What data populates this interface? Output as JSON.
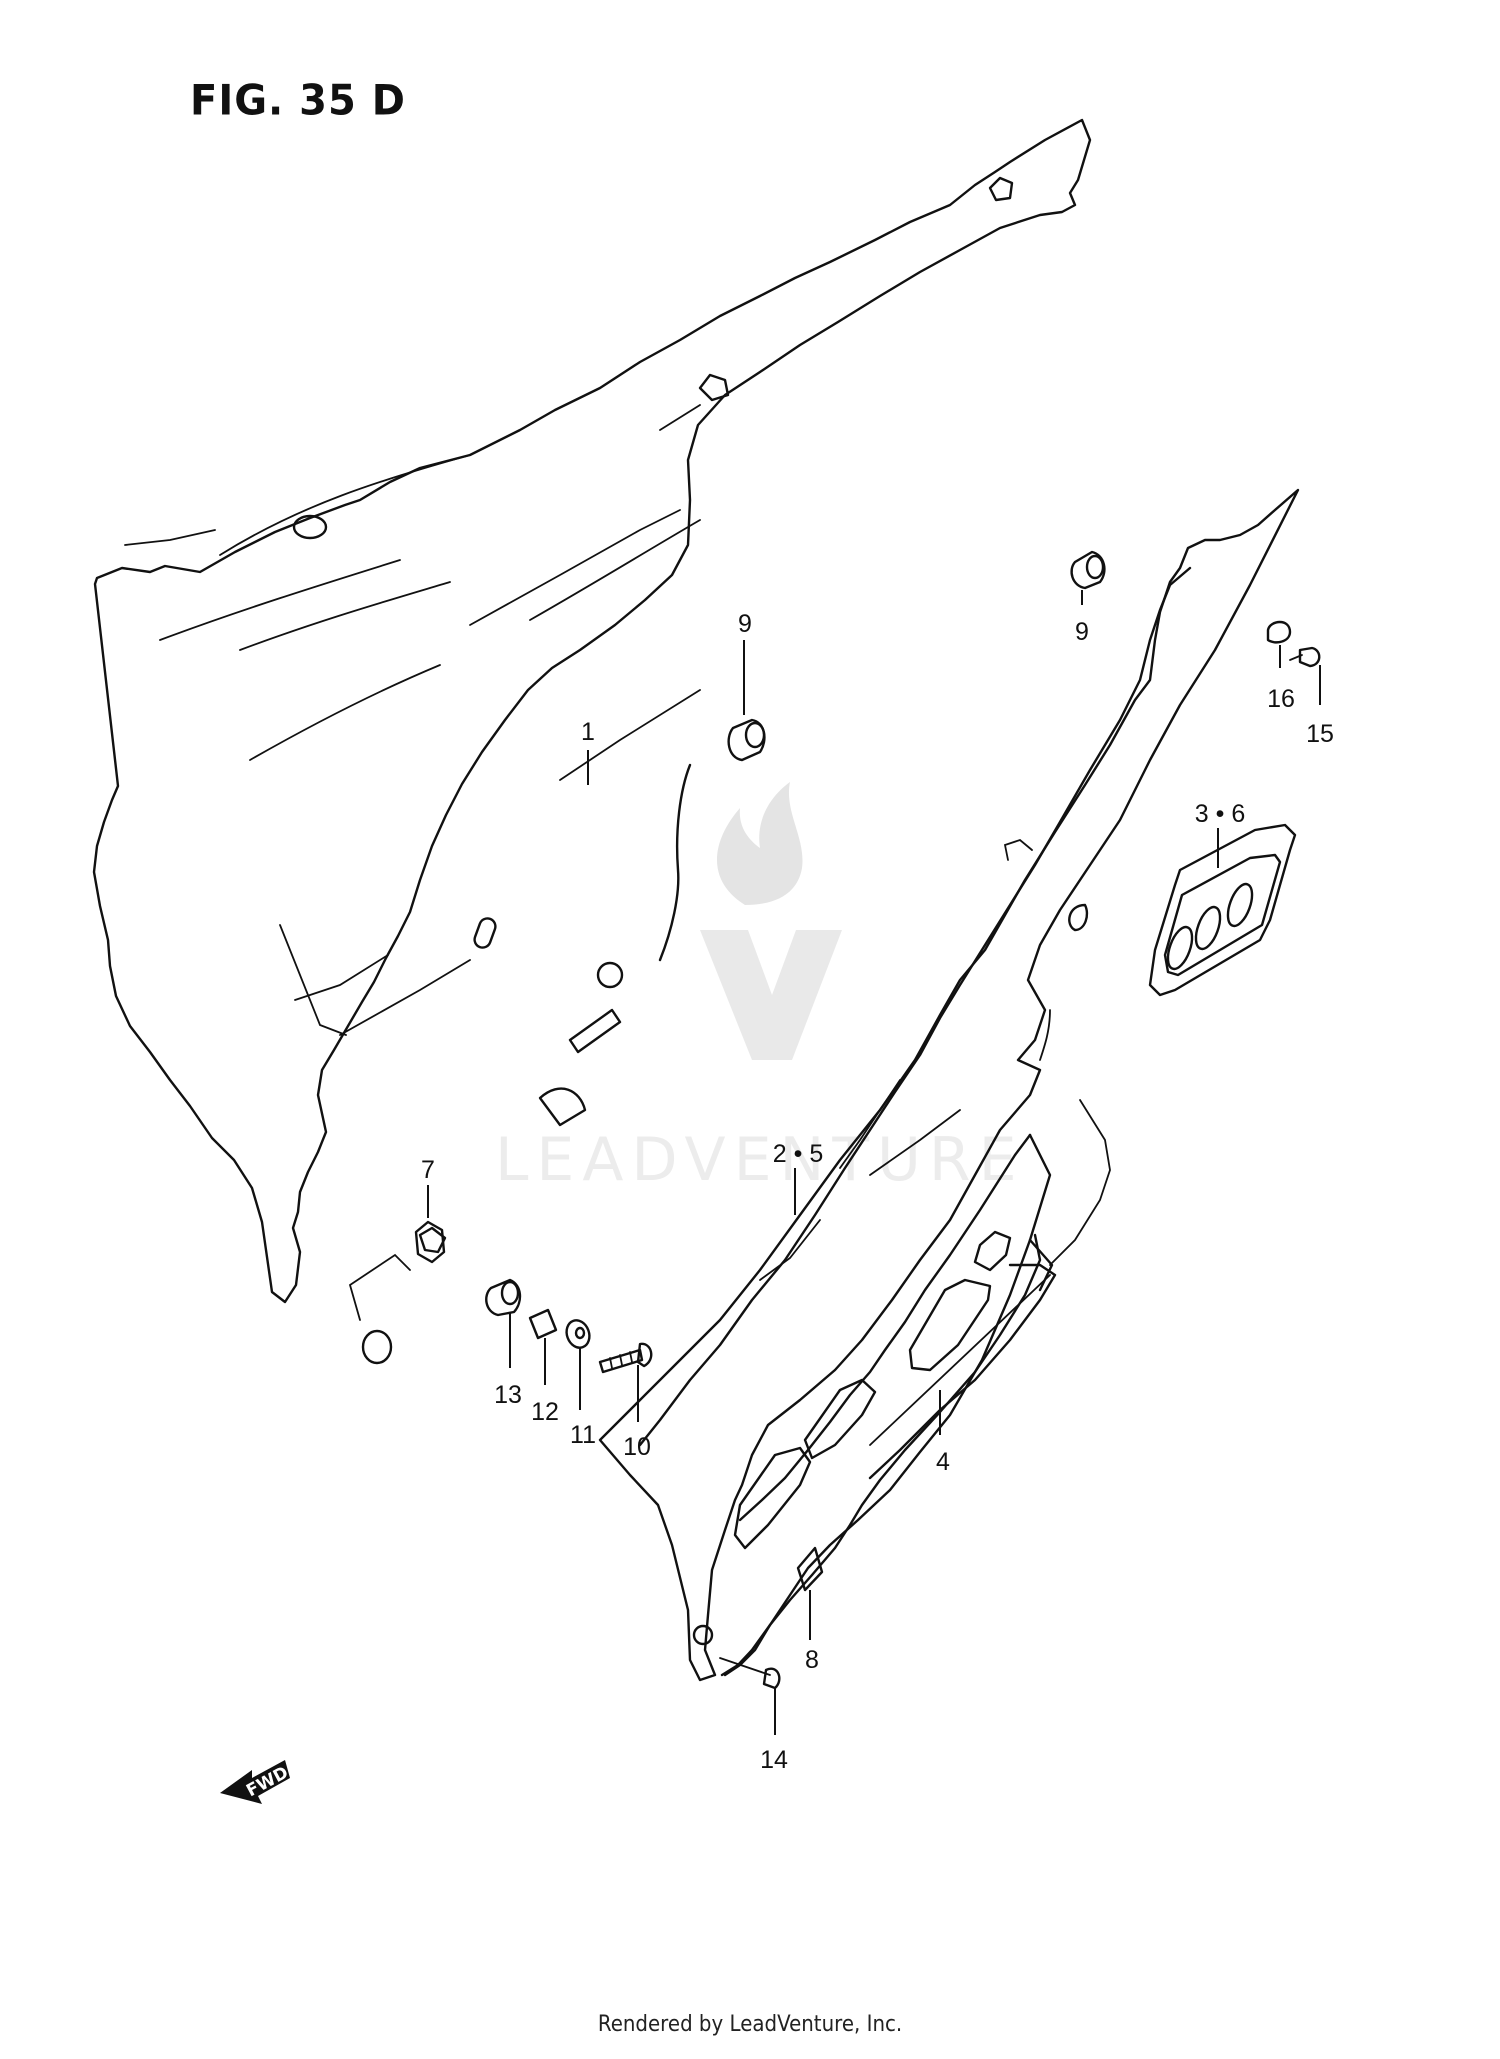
{
  "figure": {
    "title": "FIG. 35 D"
  },
  "footer": {
    "text": "Rendered by LeadVenture, Inc."
  },
  "watermark": {
    "text": "LEADVENTURE"
  },
  "fwd_marker": {
    "text": "FWD"
  },
  "callouts": [
    {
      "id": "c1",
      "label": "1"
    },
    {
      "id": "c9a",
      "label": "9"
    },
    {
      "id": "c9b",
      "label": "9"
    },
    {
      "id": "c16",
      "label": "16"
    },
    {
      "id": "c15",
      "label": "15"
    },
    {
      "id": "c36",
      "label": "3 • 6"
    },
    {
      "id": "c25",
      "label": "2 • 5"
    },
    {
      "id": "c7",
      "label": "7"
    },
    {
      "id": "c13",
      "label": "13"
    },
    {
      "id": "c12",
      "label": "12"
    },
    {
      "id": "c11",
      "label": "11"
    },
    {
      "id": "c10",
      "label": "10"
    },
    {
      "id": "c4",
      "label": "4"
    },
    {
      "id": "c8",
      "label": "8"
    },
    {
      "id": "c14",
      "label": "14"
    }
  ]
}
